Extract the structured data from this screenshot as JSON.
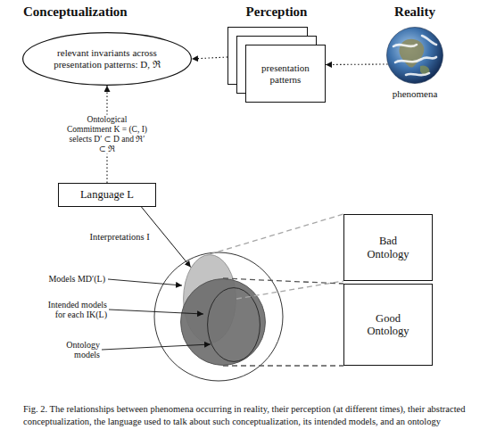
{
  "diagram": {
    "caption": "Fig. 2. The relationships between phenomena occurring in reality, their perception (at different times), their abstracted conceptualization, the language used to talk about such conceptualization, its intended models, and an ontology",
    "nodes": [
      {
        "text": [
          "Conceptualization",
          "relevant invariants across presentation patterns: D, ℜ"
        ]
      },
      {
        "text": [
          "Perception",
          "presentation patterns"
        ]
      },
      {
        "text": [
          "Reality",
          "phenomena"
        ]
      },
      {
        "text": [
          "Language L"
        ]
      },
      {
        "text": [
          "Models MD′(L)"
        ]
      },
      {
        "text": [
          "Intended models for each IK(L)"
        ]
      },
      {
        "text": [
          "Ontology models"
        ],
        "in": 5
      },
      {
        "text": [
          "Bad Ontology"
        ]
      },
      {
        "text": [
          "Good Ontology"
        ]
      }
    ],
    "edges": [
      {
        "from": 2,
        "to": 1,
        "arrow": "to"
      },
      {
        "from": 1,
        "to": 0,
        "arrow": "to"
      },
      {
        "from": 3,
        "to": 0,
        "arrow": "to",
        "label": "Ontological Commitment K = (C, I) selects D′ ⊂ D and ℜ′ ⊂ ℜ"
      },
      {
        "from": 3,
        "to": 4,
        "arrow": "to",
        "label": "Interpretations I"
      },
      {
        "from": 4,
        "to": 7,
        "arrow": "none"
      },
      {
        "from": 5,
        "to": 8,
        "arrow": "none"
      }
    ]
  }
}
